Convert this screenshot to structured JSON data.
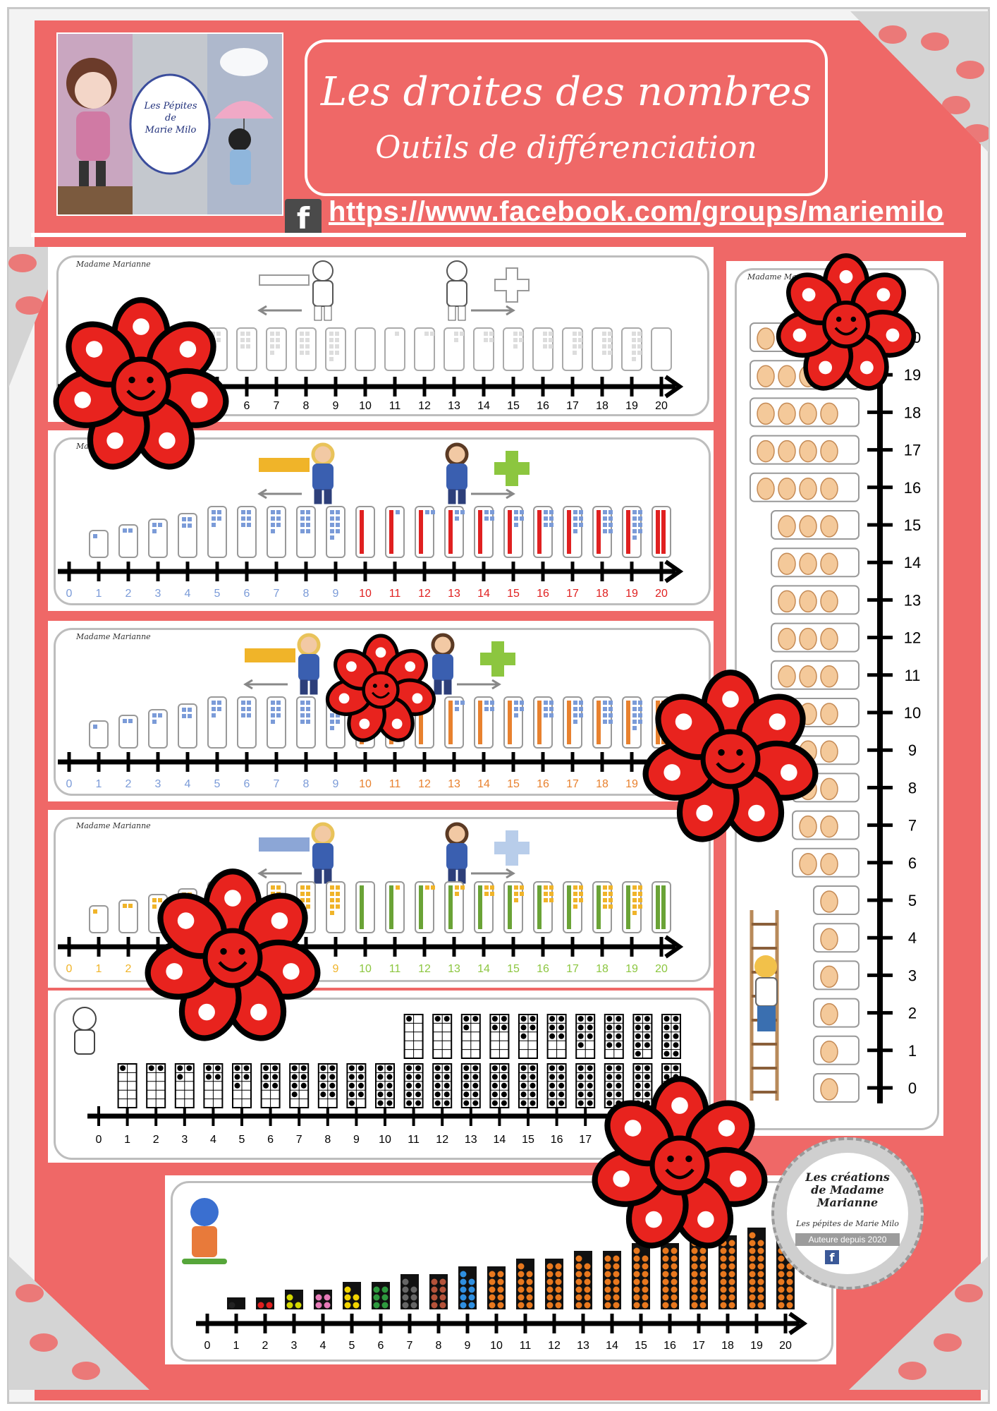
{
  "header": {
    "title_line1": "Les droites des nombres",
    "title_line2": "Outils de différenciation",
    "logo_text_top": "Les Pépites",
    "logo_text_mid": "de",
    "logo_text_bottom": "Marie Milo",
    "facebook_icon": "facebook-icon",
    "link": "https://www.facebook.com/groups/mariemilo"
  },
  "strips": {
    "author_label": "Madame Marianne",
    "numbers_0_20": [
      "0",
      "1",
      "2",
      "3",
      "4",
      "5",
      "6",
      "7",
      "8",
      "9",
      "10",
      "11",
      "12",
      "13",
      "14",
      "15",
      "16",
      "17",
      "18",
      "19",
      "20"
    ],
    "numbers_0_17": [
      "0",
      "1",
      "2",
      "3",
      "4",
      "5",
      "6",
      "7",
      "8",
      "9",
      "10",
      "11",
      "12",
      "13",
      "14",
      "15",
      "16",
      "17"
    ]
  },
  "badge": {
    "line1": "Les créations",
    "line2": "de Madame",
    "line3": "Marianne",
    "line4": "Les pépites de Marie Milo",
    "line5": "Auteure depuis 2020",
    "icon": "facebook-icon"
  },
  "colors": {
    "background_red": "#ef6867",
    "flower_red": "#e8231e",
    "blue_digits": "#7b9bd8",
    "red_digits": "#e02020",
    "orange_digits": "#e8812e",
    "green_digits": "#8cc63f",
    "yellow_digits": "#f0b429"
  }
}
